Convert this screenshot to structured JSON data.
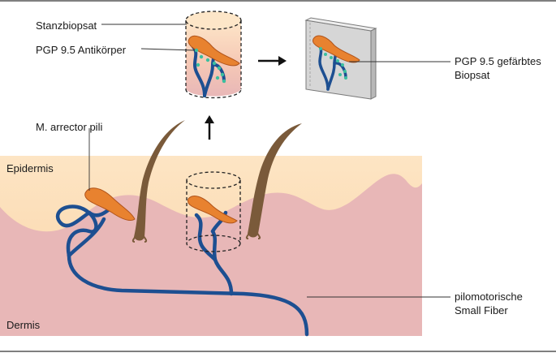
{
  "labels": {
    "punch_biopsy": "Stanzbiopsat",
    "pgp_antibody": "PGP 9.5 Antikörper",
    "stained_biopsy_line1": "PGP 9.5 gefärbtes",
    "stained_biopsy_line2": "Biopsat",
    "arrector_pili": "M. arrector pili",
    "epidermis": "Epidermis",
    "dermis": "Dermis",
    "small_fiber_line1": "pilomotorische",
    "small_fiber_line2": "Small Fiber"
  },
  "colors": {
    "epidermis": "#fde2bf",
    "dermis": "#e8b7b7",
    "nerve": "#1d4f91",
    "muscle": "#e8822f",
    "hair": "#7a5a3a",
    "stain_dots": "#3bbf9f",
    "slide": "#d6d6d6"
  }
}
